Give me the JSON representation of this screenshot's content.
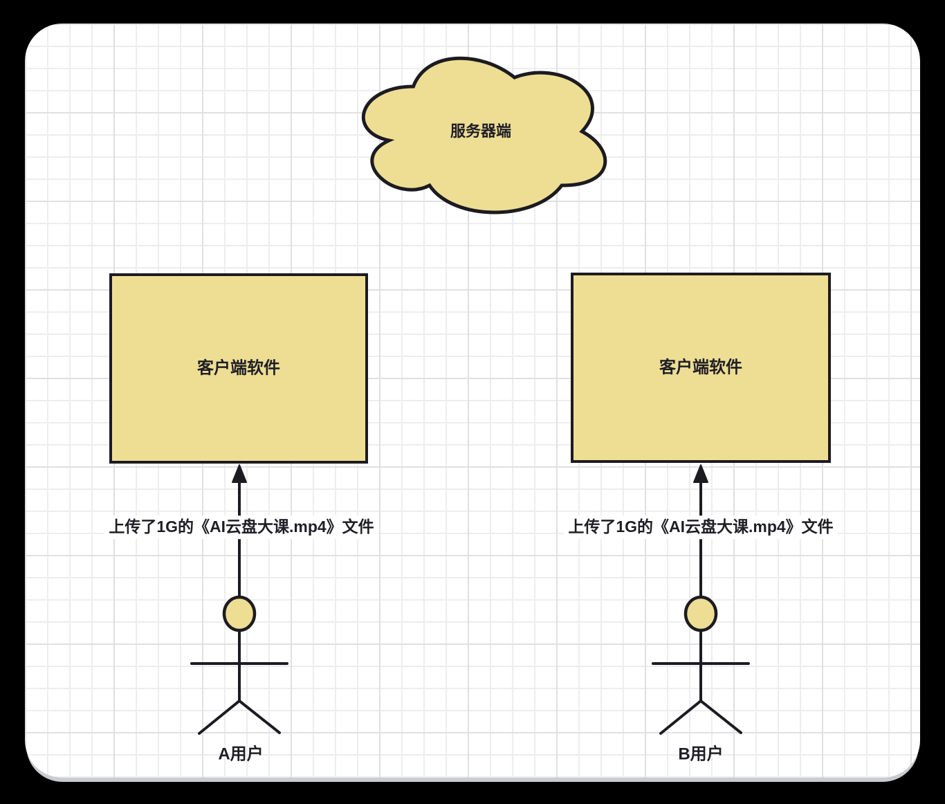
{
  "diagram": {
    "colors": {
      "page_bg": "#000000",
      "canvas_bg": "#ffffff",
      "canvas_shadow": "#c9cbcf",
      "grid_minor": "#ededee",
      "grid_major": "#e0e0e3",
      "shape_fill": "#edde94",
      "shape_stroke": "#1c1b22",
      "text_color": "#1f1e26",
      "label_bg": "#ffffff"
    },
    "server_cloud": {
      "label": "服务器端"
    },
    "clients": [
      {
        "label": "客户端软件"
      },
      {
        "label": "客户端软件"
      }
    ],
    "uploads": [
      {
        "label": "上传了1G的《AI云盘大课.mp4》文件"
      },
      {
        "label": "上传了1G的《AI云盘大课.mp4》文件"
      }
    ],
    "actors": [
      {
        "label": "A用户"
      },
      {
        "label": "B用户"
      }
    ]
  }
}
